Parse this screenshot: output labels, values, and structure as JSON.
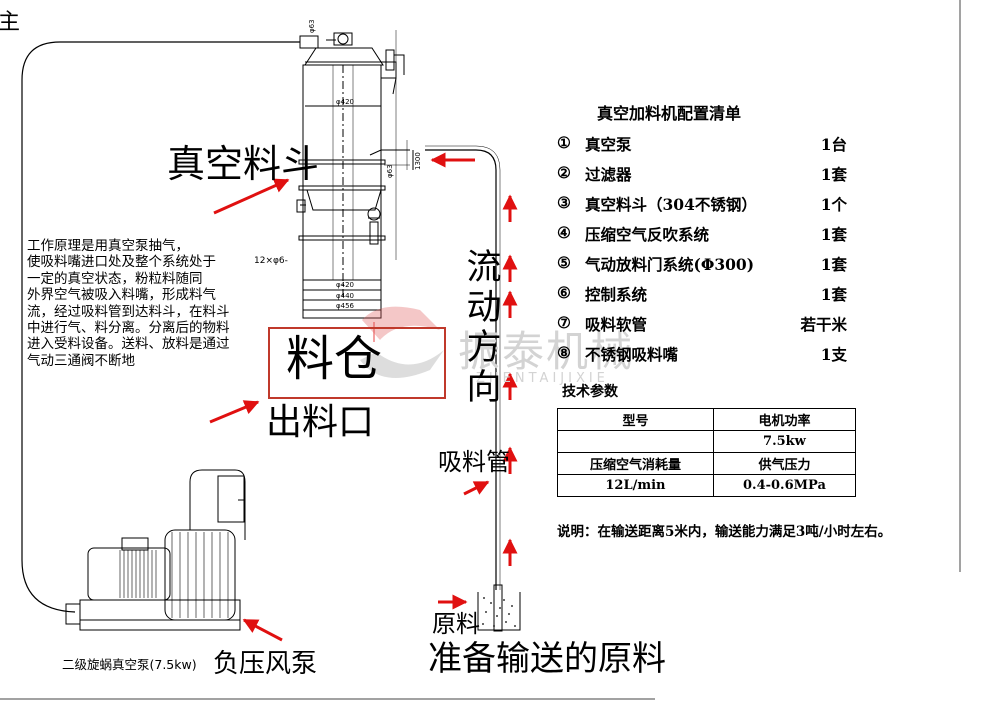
{
  "corner_char": "主",
  "labels": {
    "hopper": "真空料斗",
    "silo": "料仓",
    "outlet": "出料口",
    "suction_pipe": "吸料管",
    "raw_material": "原料",
    "prepare": "准备输送的原料",
    "fan": "负压风泵",
    "pump_caption": "二级旋蜗真空泵(7.5kw)",
    "flow_direction": "流动方向",
    "watermark_cn": "振泰机械",
    "watermark_en": "ZHENTAIJIXIE"
  },
  "principle": "工作原理是用真空泵抽气，\n使吸料嘴进口处及整个系统处于\n一定的真空状态，粉粒料随同\n外界空气被吸入料嘴，形成料气\n流，经过吸料管到达料斗，在料斗\n中进行气、料分离。分离后的物料\n进入受料设备。送料、放料是通过\n气动三通阀不断地",
  "dimensions": {
    "d_top": "φ420",
    "d_bottom1": "φ420",
    "d_bottom2": "φ440",
    "d_bottom3": "φ456",
    "d_side": "φ63",
    "d_top_pipe": "φ63",
    "height_1": "1300",
    "holes": "12×φ6-"
  },
  "config": {
    "title": "真空加料机配置清单",
    "items": [
      {
        "num": "①",
        "name": "真空泵",
        "qty": "1台"
      },
      {
        "num": "②",
        "name": "过滤器",
        "qty": "1套"
      },
      {
        "num": "③",
        "name": "真空料斗（304不锈钢）",
        "qty": "1个"
      },
      {
        "num": "④",
        "name": "压缩空气反吹系统",
        "qty": "1套"
      },
      {
        "num": "⑤",
        "name": "气动放料门系统(Φ300)",
        "qty": "1套"
      },
      {
        "num": "⑥",
        "name": "控制系统",
        "qty": "1套"
      },
      {
        "num": "⑦",
        "name": "吸料软管",
        "qty": "若干米"
      },
      {
        "num": "⑧",
        "name": "不锈钢吸料嘴",
        "qty": "1支"
      }
    ]
  },
  "spec": {
    "title": "技术参数",
    "headers": [
      "型号",
      "电机功率"
    ],
    "row1": [
      "",
      "7.5kw"
    ],
    "row2": [
      "压缩空气消耗量",
      "供气压力"
    ],
    "row3": [
      "12L/min",
      "0.4-0.6MPa"
    ]
  },
  "note": "说明：在输送距离5米内，输送能力满足3吨/小时左右。",
  "colors": {
    "arrow": "#e01010",
    "box": "#c0392b",
    "watermark": "#d3d3d3",
    "line": "#000000"
  }
}
